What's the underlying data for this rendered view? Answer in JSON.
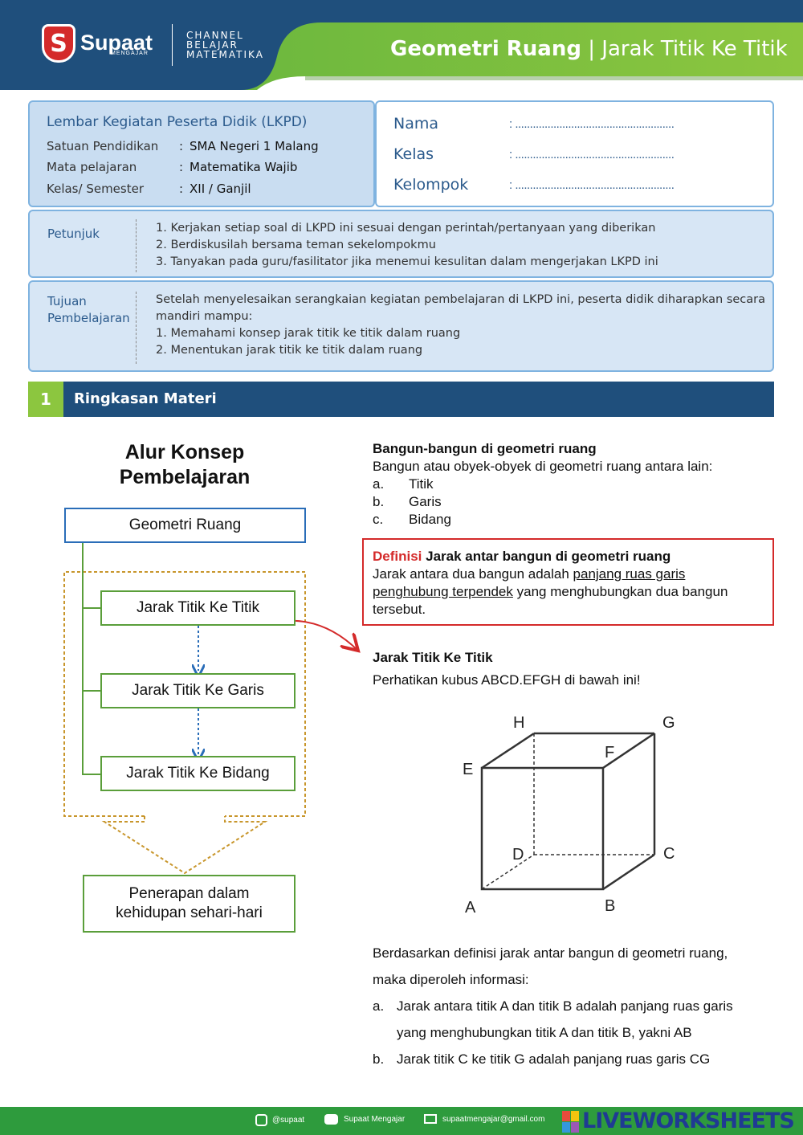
{
  "header": {
    "brand": "Supaat",
    "brand_sub": "MENGAJAR",
    "channel": [
      "CHANNEL",
      "BELAJAR",
      "MATEMATIKA"
    ],
    "title_bold": "Geometri Ruang",
    "title_sep": "|",
    "title_rest": "Jarak Titik Ke Titik"
  },
  "lkpd": {
    "heading": "Lembar Kegiatan Peserta Didik (LKPD)",
    "rows": [
      {
        "label": "Satuan Pendidikan",
        "value": "SMA Negeri 1 Malang"
      },
      {
        "label": "Mata pelajaran",
        "value": "Matematika Wajib"
      },
      {
        "label": "Kelas/ Semester",
        "value": "XII / Ganjil"
      }
    ]
  },
  "identity": {
    "fields": [
      {
        "label": "Nama",
        "value": ": ......................................................"
      },
      {
        "label": "Kelas",
        "value": ": ......................................................"
      },
      {
        "label": "Kelompok",
        "value": ": ......................................................"
      }
    ]
  },
  "petunjuk": {
    "label": "Petunjuk",
    "items": [
      "1.  Kerjakan setiap soal di LKPD ini sesuai dengan perintah/pertanyaan yang diberikan",
      "2.  Berdiskusilah bersama teman sekelompokmu",
      "3.  Tanyakan pada guru/fasilitator jika menemui kesulitan dalam mengerjakan LKPD ini"
    ]
  },
  "tujuan": {
    "label1": "Tujuan",
    "label2": "Pembelajaran",
    "intro1": "Setelah menyelesaikan serangkaian kegiatan pembelajaran di LKPD ini, peserta didik diharapkan secara",
    "intro2": "mandiri mampu:",
    "items": [
      "1.    Memahami konsep jarak titik ke titik dalam ruang",
      "2.    Menentukan jarak titik ke titik dalam ruang"
    ]
  },
  "section": {
    "number": "1",
    "title": "Ringkasan Materi"
  },
  "flow": {
    "title1": "Alur Konsep",
    "title2": "Pembelajaran",
    "top": "Geometri Ruang",
    "steps": [
      "Jarak Titik Ke Titik",
      "Jarak Titik Ke Garis",
      "Jarak Titik Ke Bidang"
    ],
    "bottom1": "Penerapan dalam",
    "bottom2": "kehidupan sehari-hari"
  },
  "bangun": {
    "heading": "Bangun-bangun di geometri ruang",
    "intro": "Bangun atau obyek-obyek di geometri ruang antara lain:",
    "items": [
      {
        "letter": "a.",
        "text": "Titik"
      },
      {
        "letter": "b.",
        "text": "Garis"
      },
      {
        "letter": "c.",
        "text": "Bidang"
      }
    ]
  },
  "definisi": {
    "keyword": "Definisi",
    "heading": "Jarak antar bangun di geometri ruang",
    "line1_pre": "Jarak antara dua bangun adalah ",
    "line1_u": "panjang ruas garis",
    "line2_u": "penghubung terpendek",
    "line2_post": " yang menghubungkan dua bangun",
    "line3": "tersebut."
  },
  "jarak": {
    "heading": "Jarak Titik Ke Titik",
    "intro": "Perhatikan kubus ABCD.EFGH di bawah ini!"
  },
  "cube": {
    "labels": {
      "A": "A",
      "B": "B",
      "C": "C",
      "D": "D",
      "E": "E",
      "F": "F",
      "G": "G",
      "H": "H"
    }
  },
  "conclusion": {
    "line1": "Berdasarkan definisi jarak antar bangun di geometri ruang,",
    "line2": "maka diperoleh informasi:",
    "a_letter": "a.",
    "a1": "Jarak antara titik A dan titik B adalah panjang ruas garis",
    "a2": "yang menghubungkan titik A dan titik B, yakni AB",
    "b_letter": "b.",
    "b1": "Jarak titik C ke titik G adalah panjang ruas garis CG"
  },
  "footer": {
    "instagram": "@supaat",
    "youtube": "Supaat Mengajar",
    "email": "supaatmengajar@gmail.com",
    "brand": "LIVEWORKSHEETS"
  }
}
